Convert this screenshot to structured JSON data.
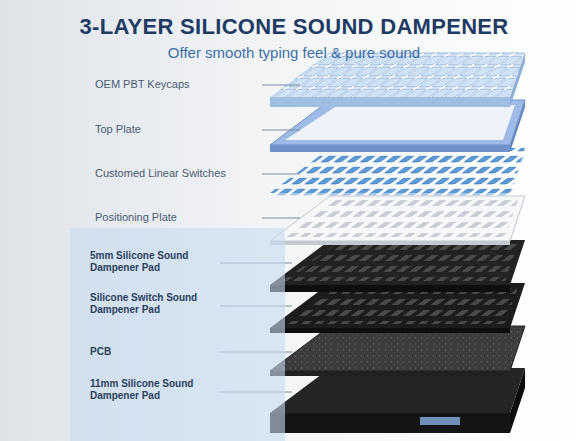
{
  "diagram": {
    "title": "3-LAYER SILICONE SOUND DAMPENER",
    "caption": "Offer smooth typing feel & pure sound",
    "nodes": [
      {
        "text": [
          "5mm Silicone Sound Dampener Pad",
          "Silicone Switch Sound Dampener Pad",
          "PCB",
          "11mm Silicone Sound Dampener Pad"
        ]
      }
    ],
    "labels": [
      "OEM PBT Keycaps",
      "Top Plate",
      "Customed Linear Switches",
      "Positioning Plate"
    ]
  }
}
